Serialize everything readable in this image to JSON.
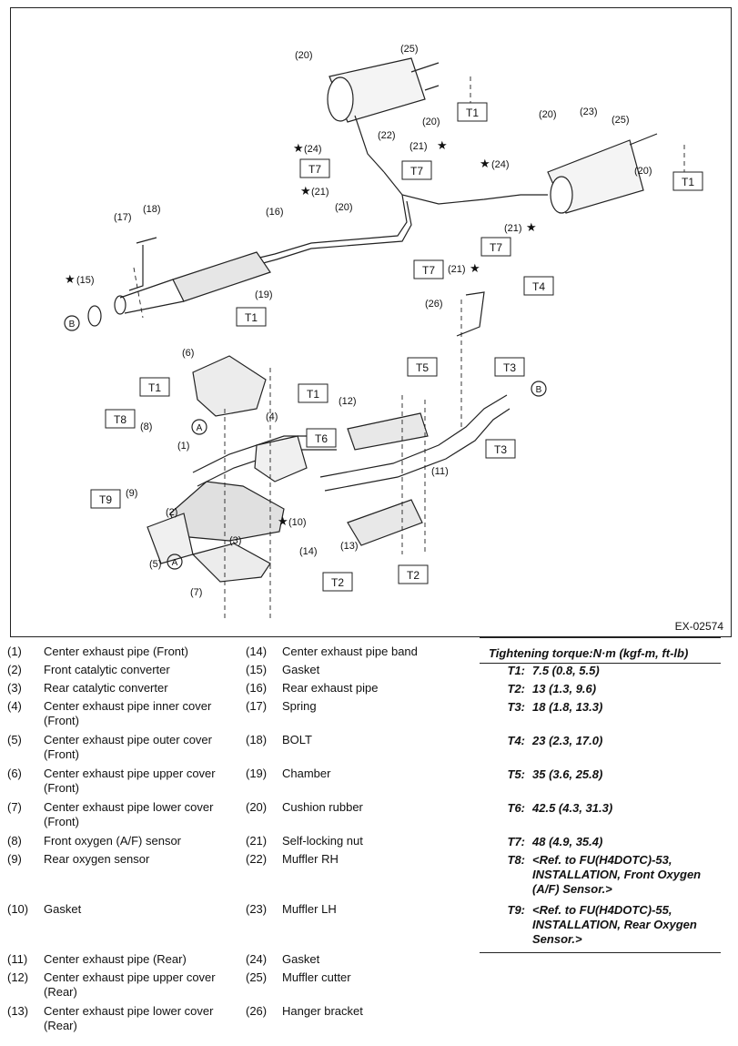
{
  "diagram": {
    "id_label": "EX-02574",
    "callouts": [
      "(1)",
      "(2)",
      "(3)",
      "(4)",
      "(5)",
      "(6)",
      "(7)",
      "(8)",
      "(9)",
      "(10)",
      "(11)",
      "(12)",
      "(13)",
      "(14)",
      "(15)",
      "(16)",
      "(17)",
      "(18)",
      "(19)",
      "(20)",
      "(21)",
      "(22)",
      "(23)",
      "(24)",
      "(25)",
      "(26)"
    ],
    "torque_boxes": [
      "T1",
      "T2",
      "T3",
      "T4",
      "T5",
      "T6",
      "T7",
      "T8",
      "T9"
    ],
    "connectors": [
      "A",
      "B"
    ],
    "star": "★"
  },
  "legend": {
    "rows": [
      [
        {
          "num": "(1)",
          "text": "Center exhaust pipe (Front)"
        },
        {
          "num": "(14)",
          "text": "Center exhaust pipe band"
        }
      ],
      [
        {
          "num": "(2)",
          "text": "Front catalytic converter"
        },
        {
          "num": "(15)",
          "text": "Gasket"
        }
      ],
      [
        {
          "num": "(3)",
          "text": "Rear catalytic converter"
        },
        {
          "num": "(16)",
          "text": "Rear exhaust pipe"
        }
      ],
      [
        {
          "num": "(4)",
          "text": "Center exhaust pipe inner cover (Front)"
        },
        {
          "num": "(17)",
          "text": "Spring"
        }
      ],
      [
        {
          "num": "(5)",
          "text": "Center exhaust pipe outer cover (Front)"
        },
        {
          "num": "(18)",
          "text": "BOLT"
        }
      ],
      [
        {
          "num": "(6)",
          "text": "Center exhaust pipe upper cover (Front)"
        },
        {
          "num": "(19)",
          "text": "Chamber"
        }
      ],
      [
        {
          "num": "(7)",
          "text": "Center exhaust pipe lower cover (Front)"
        },
        {
          "num": "(20)",
          "text": "Cushion rubber"
        }
      ],
      [
        {
          "num": "(8)",
          "text": "Front oxygen (A/F) sensor"
        },
        {
          "num": "(21)",
          "text": "Self-locking nut"
        }
      ],
      [
        {
          "num": "(9)",
          "text": "Rear oxygen sensor"
        },
        {
          "num": "(22)",
          "text": "Muffler RH"
        }
      ],
      [
        {
          "num": "(10)",
          "text": "Gasket"
        },
        {
          "num": "(23)",
          "text": "Muffler LH"
        }
      ],
      [
        {
          "num": "(11)",
          "text": "Center exhaust pipe (Rear)"
        },
        {
          "num": "(24)",
          "text": "Gasket"
        }
      ],
      [
        {
          "num": "(12)",
          "text": "Center exhaust pipe upper cover (Rear)"
        },
        {
          "num": "(25)",
          "text": "Muffler cutter"
        }
      ],
      [
        {
          "num": "(13)",
          "text": "Center exhaust pipe lower cover (Rear)"
        },
        {
          "num": "(26)",
          "text": "Hanger bracket"
        }
      ]
    ]
  },
  "torque": {
    "header": "Tightening torque:N·m (kgf-m, ft-lb)",
    "rows": [
      {
        "key": "T1:",
        "val": "7.5 (0.8, 5.5)"
      },
      {
        "key": "T2:",
        "val": "13 (1.3, 9.6)"
      },
      {
        "key": "T3:",
        "val": "18 (1.8, 13.3)"
      },
      {
        "key": "T4:",
        "val": "23 (2.3, 17.0)"
      },
      {
        "key": "T5:",
        "val": "35 (3.6, 25.8)"
      },
      {
        "key": "T6:",
        "val": "42.5 (4.3, 31.3)"
      },
      {
        "key": "T7:",
        "val": "48 (4.9, 35.4)"
      },
      {
        "key": "T8:",
        "val": "<Ref. to FU(H4DOTC)-53, INSTALLATION, Front Oxygen (A/F) Sensor.>"
      },
      {
        "key": "T9:",
        "val": "<Ref. to FU(H4DOTC)-55, INSTALLATION, Rear Oxygen Sensor.>"
      }
    ]
  }
}
